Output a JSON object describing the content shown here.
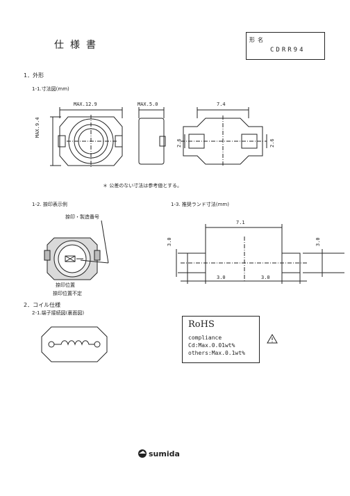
{
  "header": {
    "title": "仕様書",
    "model_label": "形名",
    "model_value": "CDRR94"
  },
  "sections": {
    "s1": "1．外形",
    "s1_1": "1-1.寸法図(mm)",
    "dims": {
      "max_len": "MAX.12.9",
      "max_h": "MAX.5.0",
      "max_w": "MAX.9.4",
      "w74": "7.4",
      "d26a": "2.6",
      "d26b": "2.6"
    },
    "note": "＊ 公差のない寸法は参考値とする。",
    "s1_2": "1-2. 捺印表示例",
    "marking_label": "捺印・製造番号",
    "marking_bottom1": "捺印位置",
    "marking_bottom2": "捺印位置不定",
    "s1_3": "1-3. 推奨ランド寸法(mm)",
    "land": {
      "w71": "7.1",
      "h30a": "3.0",
      "h30b": "3.0",
      "w30a": "3.0",
      "w30b": "3.0"
    },
    "s2": "2．コイル仕様",
    "s2_1": "2-1.端子接続図(裏面図)"
  },
  "rohs": {
    "title": "RoHS",
    "line1": "compliance",
    "line2": "Cd:Max.0.01wt%",
    "line3": "others:Max.0.1wt%"
  },
  "footer": {
    "brand": "sumida"
  },
  "icons": {
    "warning": "warning-triangle-icon",
    "logo": "sumida-logo-icon"
  }
}
